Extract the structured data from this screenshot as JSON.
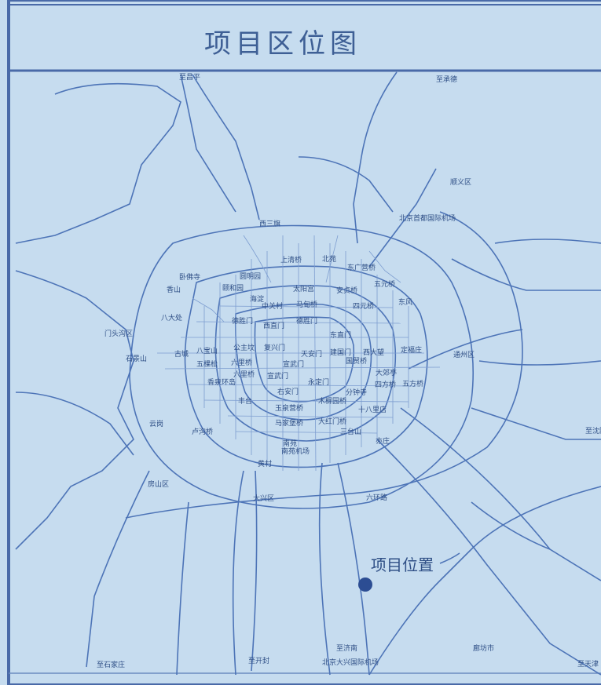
{
  "title": "项目区位图",
  "project_label": "项目位置",
  "colors": {
    "background": "#c6dcef",
    "border": "#4a6aa8",
    "road": "#4d74b7",
    "street": "#7d9dd0",
    "marker": "#2c4d93"
  },
  "labels": {
    "to_changping": "至昌平",
    "to_chengde": "至承德",
    "shunyi": "顺义区",
    "capital_airport": "北京首都国际机场",
    "xisanqi": "西三旗",
    "shangqing": "上清桥",
    "beiyuan": "北苑",
    "dongguangfan": "东广营桥",
    "wuyuan": "五元桥",
    "yiheyuan": "颐和园",
    "yuanmingyuan": "圆明园",
    "wofosi": "卧佛寺",
    "xiangshan": "香山",
    "haidian": "海淀",
    "zhongguancun": "中关村",
    "madian": "马甸桥",
    "anzhen": "安贞桥",
    "taiyanggong": "太阳宫",
    "siyuan": "四元桥",
    "dongfeng": "东风",
    "bajiao": "八大处",
    "mentougou": "门头沟区",
    "shijingshan": "石景山",
    "gucheng": "古城",
    "babaoshan": "八宝山",
    "gongzhufen": "公主坟",
    "fuxingmen": "复兴门",
    "tiananmen": "天安门",
    "jianguomen": "建国门",
    "xidawang": "西大望",
    "dingfuzhuang": "定福庄",
    "tongzhou": "通州区",
    "xizhimen": "西直门",
    "deshengmen": "德胜门",
    "dongzhimen": "东直门",
    "wukesong": "五棵松",
    "liuliqiao": "六里桥",
    "xuanwumen": "宣武门",
    "guomao": "国贸桥",
    "dajiaoting": "大郊亭",
    "sifang": "四方桥",
    "wufang": "五方桥",
    "xiangshan2": "香泉环岛",
    "fengtai": "丰台",
    "youanmen": "右安门",
    "yongdingmen": "永定门",
    "fenzhongsi": "分钟寺",
    "shibalidian": "十八里店",
    "yuquanying": "玉泉营桥",
    "mujiayuan": "木樨园桥",
    "majiabao": "马家堡桥",
    "dayangmen": "大红门桥",
    "santai": "三台山",
    "yungang": "云岗",
    "lugou": "卢沟桥",
    "nanyuan": "南苑",
    "nanyuan_airport": "南苑机场",
    "yizhuang": "亦庄",
    "huangcun": "黄村",
    "fangshan": "房山区",
    "daxing": "大兴区",
    "liuhuan": "六环路",
    "to_east": "至沈阳",
    "to_shijiazhuang": "至石家庄",
    "to_kaifeng": "至开封",
    "to_jinan": "至济南",
    "daxing_airport": "北京大兴国际机场",
    "langfang": "廊坊市",
    "to_tianjin": "至天津"
  }
}
